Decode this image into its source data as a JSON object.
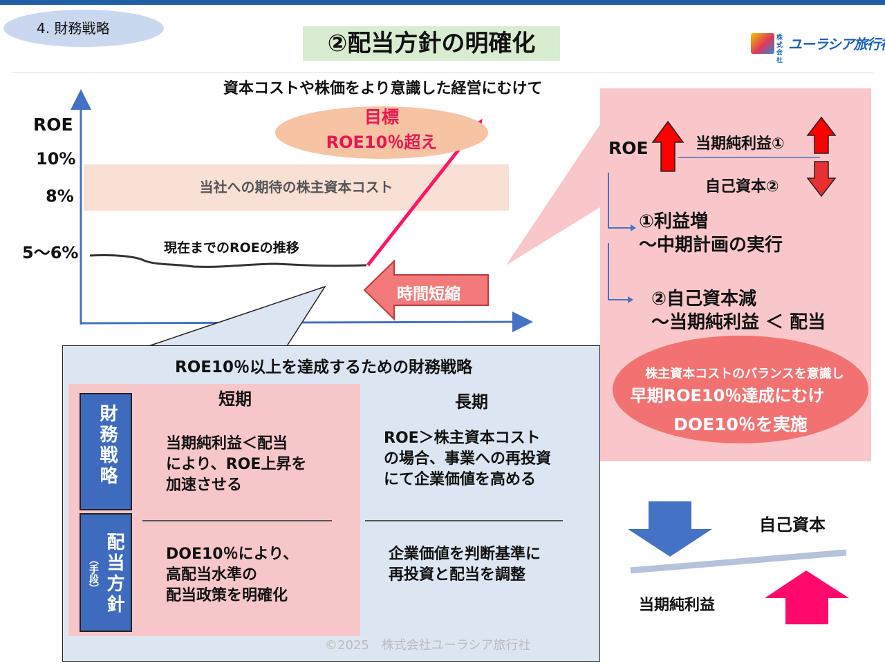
{
  "header": {
    "section": "4. 財務戦略",
    "title": "②配当方針の明確化",
    "logo_small": "株式会社",
    "logo_name": "ユーラシア旅行社"
  },
  "subtitle": "資本コストや株価をより意識した経営にむけて",
  "chart": {
    "y_axis_label": "ROE",
    "tick_10": "10%",
    "tick_8": "8%",
    "tick_56": "5〜6%",
    "band_label": "当社への期待の株主資本コスト",
    "trend_label": "現在までのROEの推移",
    "goal_line1": "目標",
    "goal_line2": "ROE10％超え",
    "time_shortening": "時間短縮"
  },
  "strategy_table": {
    "title": "ROE10％以上を達成するための財務戦略",
    "short_term": "短期",
    "long_term": "長期",
    "row1_label": "財務戦略",
    "row2_label": "配当方針",
    "row2_sublabel": "（手段）",
    "row1_short": [
      "当期純利益＜配当",
      "により、ROE上昇を",
      "加速させる"
    ],
    "row1_long": [
      "ROE＞株主資本コスト",
      "の場合、事業への再投資",
      "にて企業価値を高める"
    ],
    "row2_short": [
      "DOE10％により、",
      "高配当水準の",
      "配当政策を明確化"
    ],
    "row2_long": [
      "企業価値を判断基準に",
      "再投資と配当を調整"
    ]
  },
  "right_panel": {
    "roe": "ROE",
    "net_income": "当期純利益①",
    "equity": "自己資本②",
    "item1_line1": "①利益増",
    "item1_line2": "〜中期計画の実行",
    "item2_line1": "②自己資本減",
    "item2_line2": "〜当期純利益 ＜ 配当",
    "balance_line1": "株主資本コストのバランスを意識し",
    "balance_line2": "早期ROE10％達成にむけ",
    "balance_line3": "DOE10％を実施"
  },
  "balance_diagram": {
    "equity": "自己資本",
    "net_income": "当期純利益"
  },
  "footer": "©2025　株式会社ユーラシア旅行社",
  "colors": {
    "accent_red": "#e8174f",
    "blue": "#4472c4",
    "pink_bg": "#f9c7c9",
    "light_blue_bg": "#dce6f2"
  }
}
